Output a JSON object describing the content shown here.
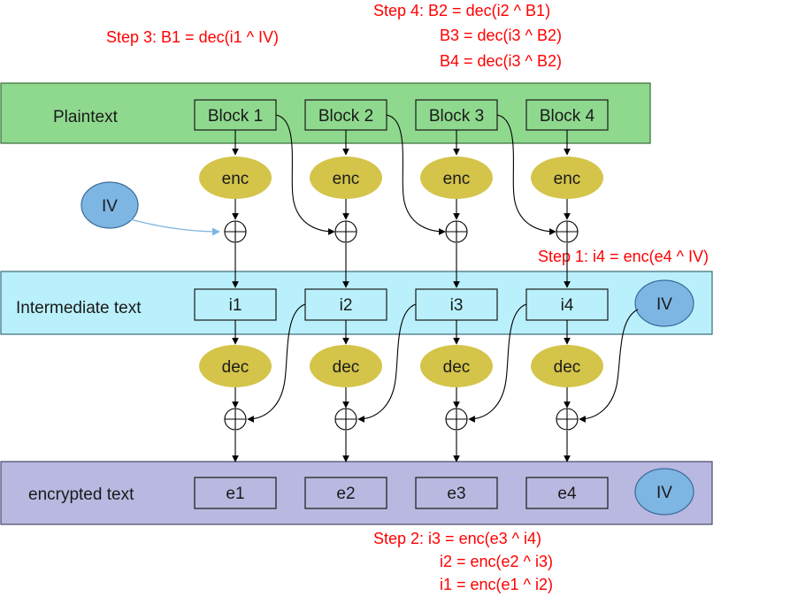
{
  "steps": {
    "step4_line1": "Step 4:  B2 = dec(i2 ^ B1)",
    "step4_line2": "B3 = dec(i3 ^ B2)",
    "step4_line3": "B4 = dec(i3 ^ B2)",
    "step3": "Step 3: B1 = dec(i1 ^ IV)",
    "step1": "Step 1: i4 = enc(e4 ^ IV)",
    "step2_line1": "Step 2:  i3 = enc(e3 ^ i4)",
    "step2_line2": "i2 = enc(e2 ^ i3)",
    "step2_line3": "i1 = enc(e1 ^ i2)"
  },
  "rows": {
    "plaintext": {
      "label": "Plaintext",
      "blocks": [
        "Block 1",
        "Block 2",
        "Block 3",
        "Block 4"
      ]
    },
    "intermediate": {
      "label": "Intermediate text",
      "blocks": [
        "i1",
        "i2",
        "i3",
        "i4"
      ],
      "iv": "IV"
    },
    "encrypted": {
      "label": "encrypted text",
      "blocks": [
        "e1",
        "e2",
        "e3",
        "e4"
      ],
      "iv": "IV"
    }
  },
  "ops": {
    "enc": [
      "enc",
      "enc",
      "enc",
      "enc"
    ],
    "dec": [
      "dec",
      "dec",
      "dec",
      "dec"
    ]
  },
  "iv_left": "IV",
  "colors": {
    "plaintext_band": "#8fd98f",
    "intermediate_band": "#b9f0fb",
    "encrypted_band": "#b8b8e0",
    "op_ellipse": "#d4c44a",
    "iv_ellipse": "#7eb6e3",
    "step_text": "#ff0000"
  }
}
